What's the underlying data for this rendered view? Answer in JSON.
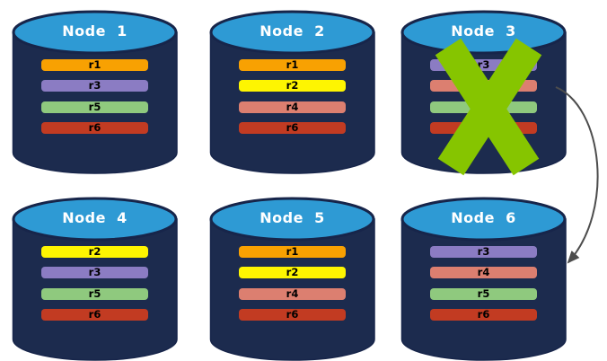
{
  "diagram": {
    "description": "Six database nodes holding replicated partitions r1-r6; Node 3 is crossed out (failed) and an arrow redirects from Node 3 to Node 6",
    "colors": {
      "background": "#FFFFFF",
      "cylinder_body": "#1C2B4E",
      "cylinder_top": "#2E9AD4",
      "cylinder_outline": "#17254A",
      "node_label": "#FFFFFF",
      "replica_label": "#000000",
      "failure_x": "#86C500",
      "arrow": "#4D4D4D",
      "replica_palette": {
        "r1": "#F8A102",
        "r2": "#FEF501",
        "r3": "#8B7CC3",
        "r4": "#DC7F70",
        "r5": "#8FC97E",
        "r6": "#C23B22"
      }
    },
    "nodes": [
      {
        "id": "node-1",
        "label": "Node  1",
        "failed": false,
        "replicas": [
          {
            "id": "r1",
            "label": "r1",
            "color": "#F8A102"
          },
          {
            "id": "r3",
            "label": "r3",
            "color": "#8B7CC3"
          },
          {
            "id": "r5",
            "label": "r5",
            "color": "#8FC97E"
          },
          {
            "id": "r6",
            "label": "r6",
            "color": "#C23B22"
          }
        ]
      },
      {
        "id": "node-2",
        "label": "Node  2",
        "failed": false,
        "replicas": [
          {
            "id": "r1",
            "label": "r1",
            "color": "#F8A102"
          },
          {
            "id": "r2",
            "label": "r2",
            "color": "#FEF501"
          },
          {
            "id": "r4",
            "label": "r4",
            "color": "#DC7F70"
          },
          {
            "id": "r6",
            "label": "r6",
            "color": "#C23B22"
          }
        ]
      },
      {
        "id": "node-3",
        "label": "Node  3",
        "failed": true,
        "replicas": [
          {
            "id": "r3",
            "label": "r3",
            "color": "#8B7CC3"
          },
          {
            "id": "r4",
            "label": "r4",
            "color": "#DC7F70"
          },
          {
            "id": "r5",
            "label": "r5",
            "color": "#8FC97E"
          },
          {
            "id": "r6",
            "label": "r6",
            "color": "#C23B22"
          }
        ]
      },
      {
        "id": "node-4",
        "label": "Node  4",
        "failed": false,
        "replicas": [
          {
            "id": "r2",
            "label": "r2",
            "color": "#FEF501"
          },
          {
            "id": "r3",
            "label": "r3",
            "color": "#8B7CC3"
          },
          {
            "id": "r5",
            "label": "r5",
            "color": "#8FC97E"
          },
          {
            "id": "r6",
            "label": "r6",
            "color": "#C23B22"
          }
        ]
      },
      {
        "id": "node-5",
        "label": "Node  5",
        "failed": false,
        "replicas": [
          {
            "id": "r1",
            "label": "r1",
            "color": "#F8A102"
          },
          {
            "id": "r2",
            "label": "r2",
            "color": "#FEF501"
          },
          {
            "id": "r4",
            "label": "r4",
            "color": "#DC7F70"
          },
          {
            "id": "r6",
            "label": "r6",
            "color": "#C23B22"
          }
        ]
      },
      {
        "id": "node-6",
        "label": "Node  6",
        "failed": false,
        "replicas": [
          {
            "id": "r3",
            "label": "r3",
            "color": "#8B7CC3"
          },
          {
            "id": "r4",
            "label": "r4",
            "color": "#DC7F70"
          },
          {
            "id": "r5",
            "label": "r5",
            "color": "#8FC97E"
          },
          {
            "id": "r6",
            "label": "r6",
            "color": "#C23B22"
          }
        ]
      }
    ],
    "failover_arrow": {
      "from": "Node 3",
      "to": "Node 6"
    }
  }
}
